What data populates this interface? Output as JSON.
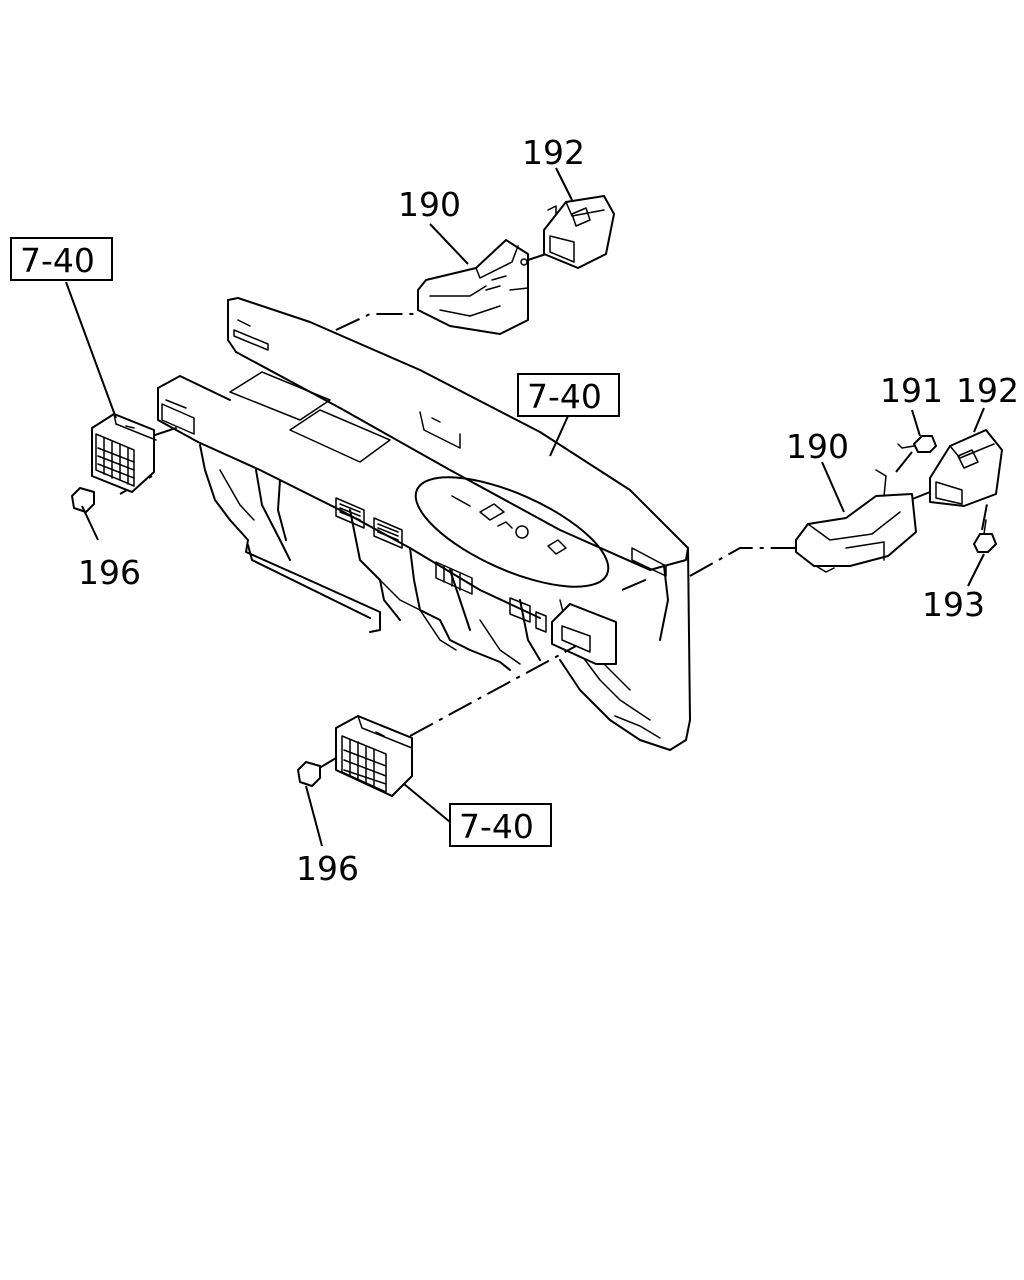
{
  "callouts": {
    "part_190_top": "190",
    "part_192_top": "192",
    "ref_7_40_left": "7-40",
    "ref_7_40_center": "7-40",
    "ref_7_40_bottom": "7-40",
    "part_196_left": "196",
    "part_196_bottom": "196",
    "part_190_right": "190",
    "part_191_right": "191",
    "part_192_right": "192",
    "part_193_right": "193"
  }
}
